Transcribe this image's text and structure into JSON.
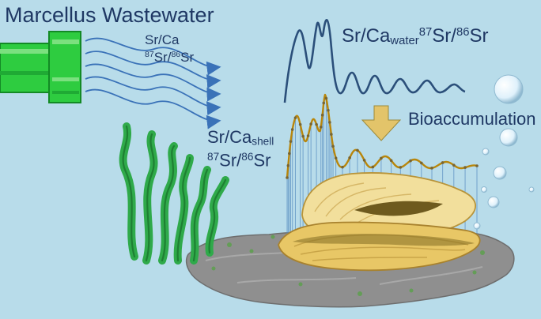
{
  "title": "Marcellus Wastewater",
  "labels": {
    "pipe_ratio": "Sr/Ca",
    "pipe_isotope_sup1": "87",
    "pipe_isotope_mid": "Sr/",
    "pipe_isotope_sup2": "86",
    "pipe_isotope_end": "Sr",
    "water_ratio": "Sr/Ca",
    "water_sub": "water",
    "water_isotope_sup1": "87",
    "water_isotope_mid": "Sr/",
    "water_isotope_sup2": "86",
    "water_isotope_end": "Sr",
    "process": "Bioaccumulation",
    "shell_ratio": "Sr/Ca",
    "shell_sub": "shell",
    "shell_isotope_sup1": "87",
    "shell_isotope_mid": "Sr/",
    "shell_isotope_sup2": "86",
    "shell_isotope_end": "Sr"
  },
  "colors": {
    "background": "#b8dcea",
    "text": "#1f3864",
    "pipe": "#2ecc40",
    "flow_arrows": "#3a72b8",
    "water_signal": "#2b4f7a",
    "shell_signal": "#b8860b",
    "arrow": "#e3c46a",
    "seagrass": "#2faa4a",
    "shell": "#e8cf7a",
    "rock": "#8f8f8f",
    "bubbles": "#eef8ff"
  }
}
